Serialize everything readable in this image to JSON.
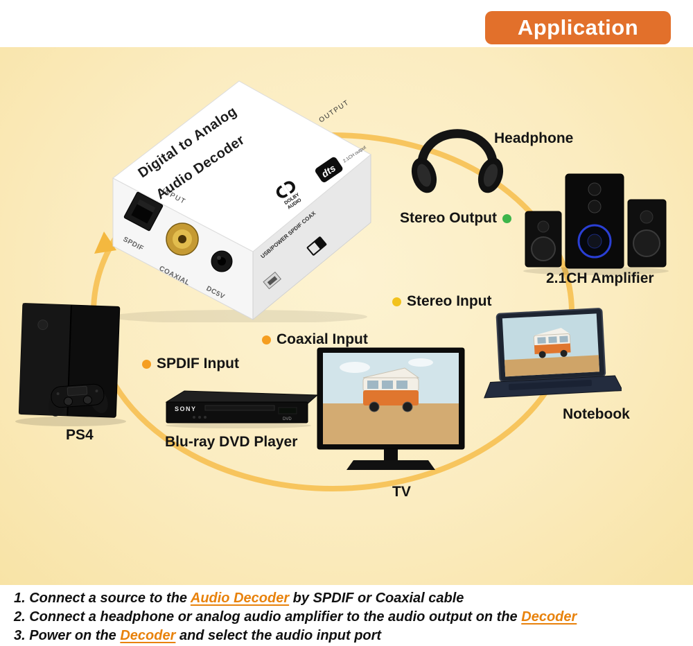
{
  "banner": {
    "label": "Application"
  },
  "decoder": {
    "title_line1": "Digital to Analog",
    "title_line2": "Audio Decoder",
    "output_label": "OUTPUT",
    "input_label": "INPUT",
    "dolby_line1": "DOLBY",
    "dolby_line2": "AUDIO",
    "dts_label": "dts",
    "channel_label": "2.1CH output",
    "spdif_label": "SPDIF",
    "coaxial_label": "COAXIAL",
    "power_label": "DC5V",
    "side_label": "USB/POWER SPDIF COAX"
  },
  "devices": {
    "dvd_brand": "SONY",
    "dvd_badge": "DVD"
  },
  "callouts": {
    "headphone": "Headphone",
    "stereo_output": "Stereo Output",
    "amplifier": "2.1CH Amplifier",
    "stereo_input": "Stereo Input",
    "coaxial_input": "Coaxial Input",
    "spdif_input": "SPDIF Input",
    "ps4": "PS4",
    "dvd_player": "Blu-ray DVD Player",
    "tv": "TV",
    "notebook": "Notebook"
  },
  "dots": {
    "stereo_output_color": "#3cb54a",
    "stereo_input_color": "#f2c21c",
    "coaxial_input_color": "#f59e20",
    "spdif_input_color": "#f59e20"
  },
  "colors": {
    "banner_bg": "#e2702b",
    "background": "#fbecc0",
    "ring": "#f6c052",
    "highlight": "#e8820c"
  },
  "instructions": [
    {
      "segments": [
        {
          "text": "1. Connect a source to the ",
          "highlight": false
        },
        {
          "text": "Audio Decoder",
          "highlight": true
        },
        {
          "text": " by SPDIF or Coaxial cable",
          "highlight": false
        }
      ]
    },
    {
      "segments": [
        {
          "text": "2. Connect a headphone or analog audio amplifier to the audio output on the ",
          "highlight": false
        },
        {
          "text": "Decoder",
          "highlight": true
        }
      ]
    },
    {
      "segments": [
        {
          "text": "3. Power on the ",
          "highlight": false
        },
        {
          "text": "Decoder",
          "highlight": true
        },
        {
          "text": " and select the audio input port",
          "highlight": false
        }
      ]
    }
  ]
}
